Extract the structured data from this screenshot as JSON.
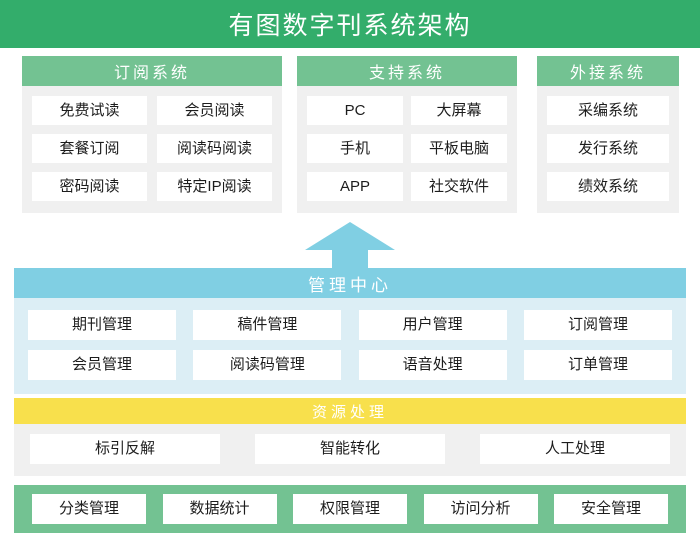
{
  "colors": {
    "title_bar_green": "#33ad6b",
    "panel_header_green": "#73c292",
    "panel_body_gray": "#f0f0f0",
    "mgmt_header_blue": "#80cfe3",
    "mgmt_body_blue": "#dceef5",
    "resource_header_yellow": "#f8e04c",
    "cell_white": "#ffffff"
  },
  "header": {
    "title": "有图数字刊系统架构"
  },
  "top_panels": [
    {
      "title": "订阅系统",
      "items": [
        "免费试读",
        "会员阅读",
        "套餐订阅",
        "阅读码阅读",
        "密码阅读",
        "特定IP阅读"
      ]
    },
    {
      "title": "支持系统",
      "items": [
        "PC",
        "大屏幕",
        "手机",
        "平板电脑",
        "APP",
        "社交软件"
      ]
    },
    {
      "title": "外接系统",
      "items": [
        "采编系统",
        "发行系统",
        "绩效系统"
      ]
    }
  ],
  "arrow": {
    "direction": "up",
    "name": "up-arrow"
  },
  "management_center": {
    "title": "管理中心",
    "items": [
      "期刊管理",
      "稿件管理",
      "用户管理",
      "订阅管理",
      "会员管理",
      "阅读码管理",
      "语音处理",
      "订单管理"
    ]
  },
  "resource_processing": {
    "title": "资源处理",
    "items": [
      "标引反解",
      "智能转化",
      "人工处理"
    ]
  },
  "bottom_bar": {
    "items": [
      "分类管理",
      "数据统计",
      "权限管理",
      "访问分析",
      "安全管理"
    ]
  }
}
